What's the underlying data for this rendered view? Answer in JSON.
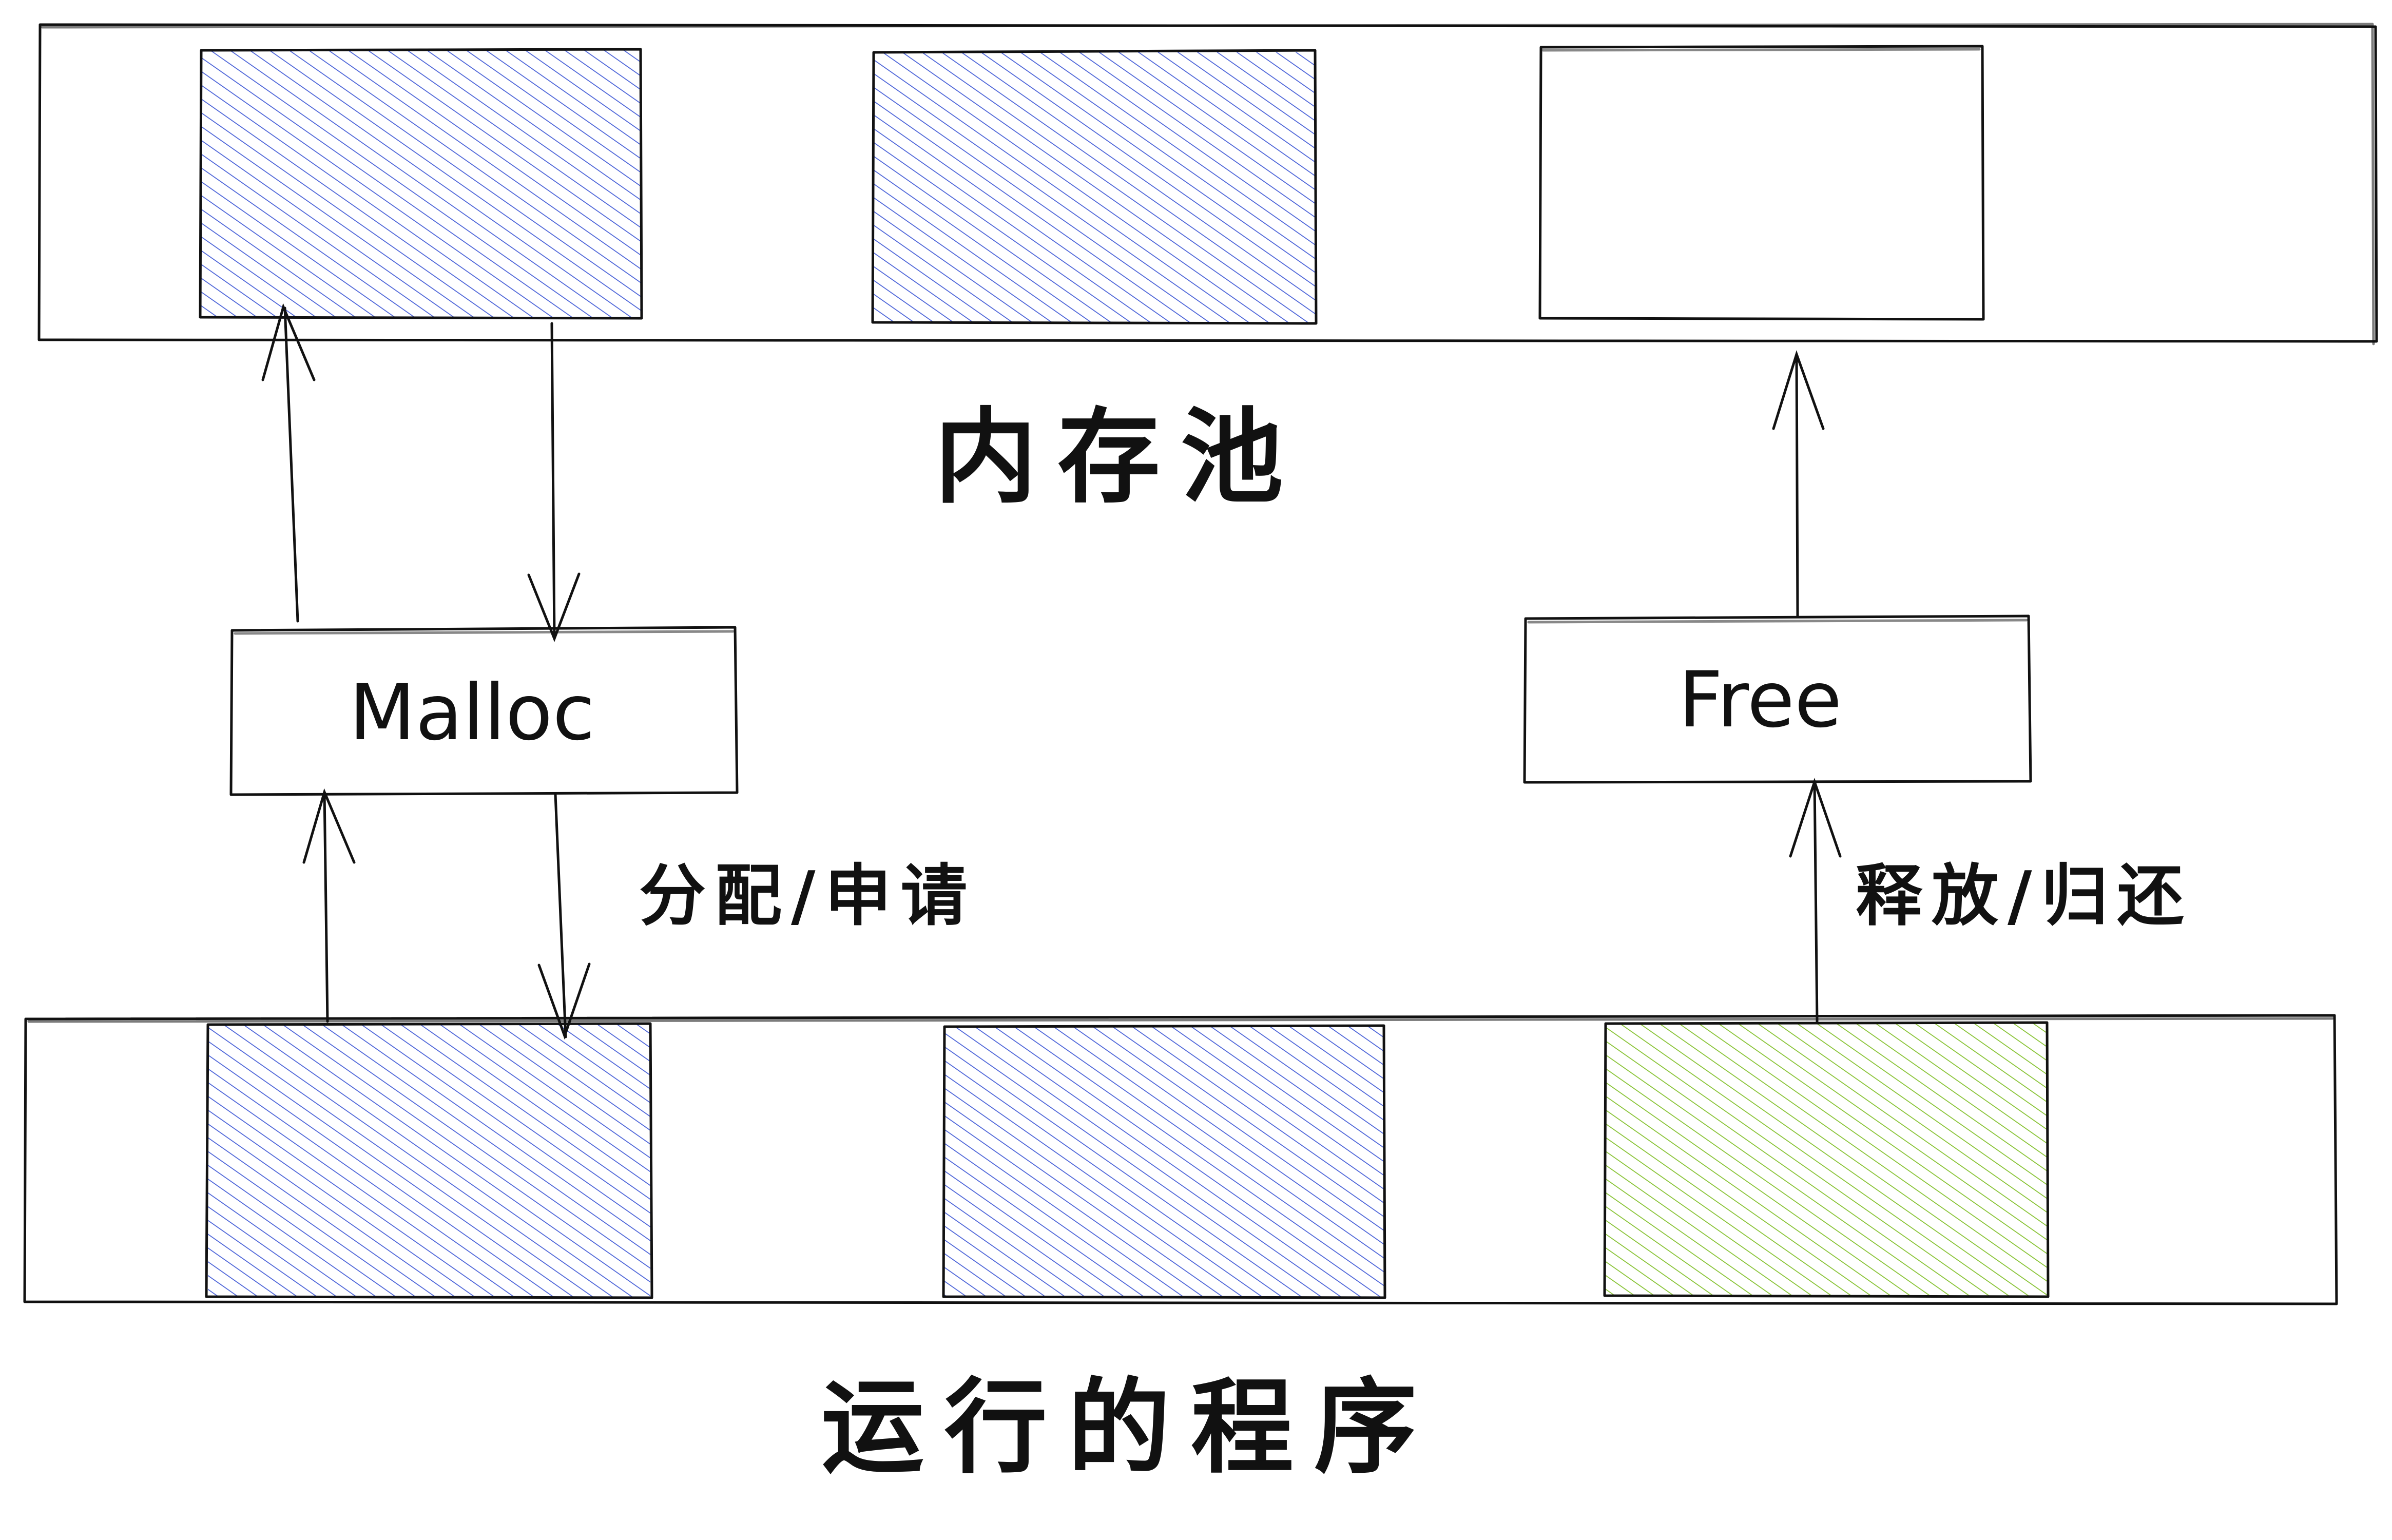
{
  "colors": {
    "ink": "#111111",
    "blue_hatch": "#4a62d8",
    "green_hatch": "#86c232",
    "background": "#ffffff"
  },
  "memory_pool": {
    "label": "内存池",
    "blocks": [
      {
        "state": "allocated",
        "fill": "blue_hatch"
      },
      {
        "state": "allocated",
        "fill": "blue_hatch"
      },
      {
        "state": "free",
        "fill": "none"
      }
    ]
  },
  "program": {
    "label": "运行的程序",
    "blocks": [
      {
        "state": "in-use",
        "fill": "blue_hatch"
      },
      {
        "state": "in-use",
        "fill": "blue_hatch"
      },
      {
        "state": "releasing",
        "fill": "green_hatch"
      }
    ]
  },
  "malloc": {
    "label": "Malloc"
  },
  "free": {
    "label": "Free"
  },
  "edges": {
    "allocate_label": "分配/申请",
    "release_label": "释放/归还"
  }
}
